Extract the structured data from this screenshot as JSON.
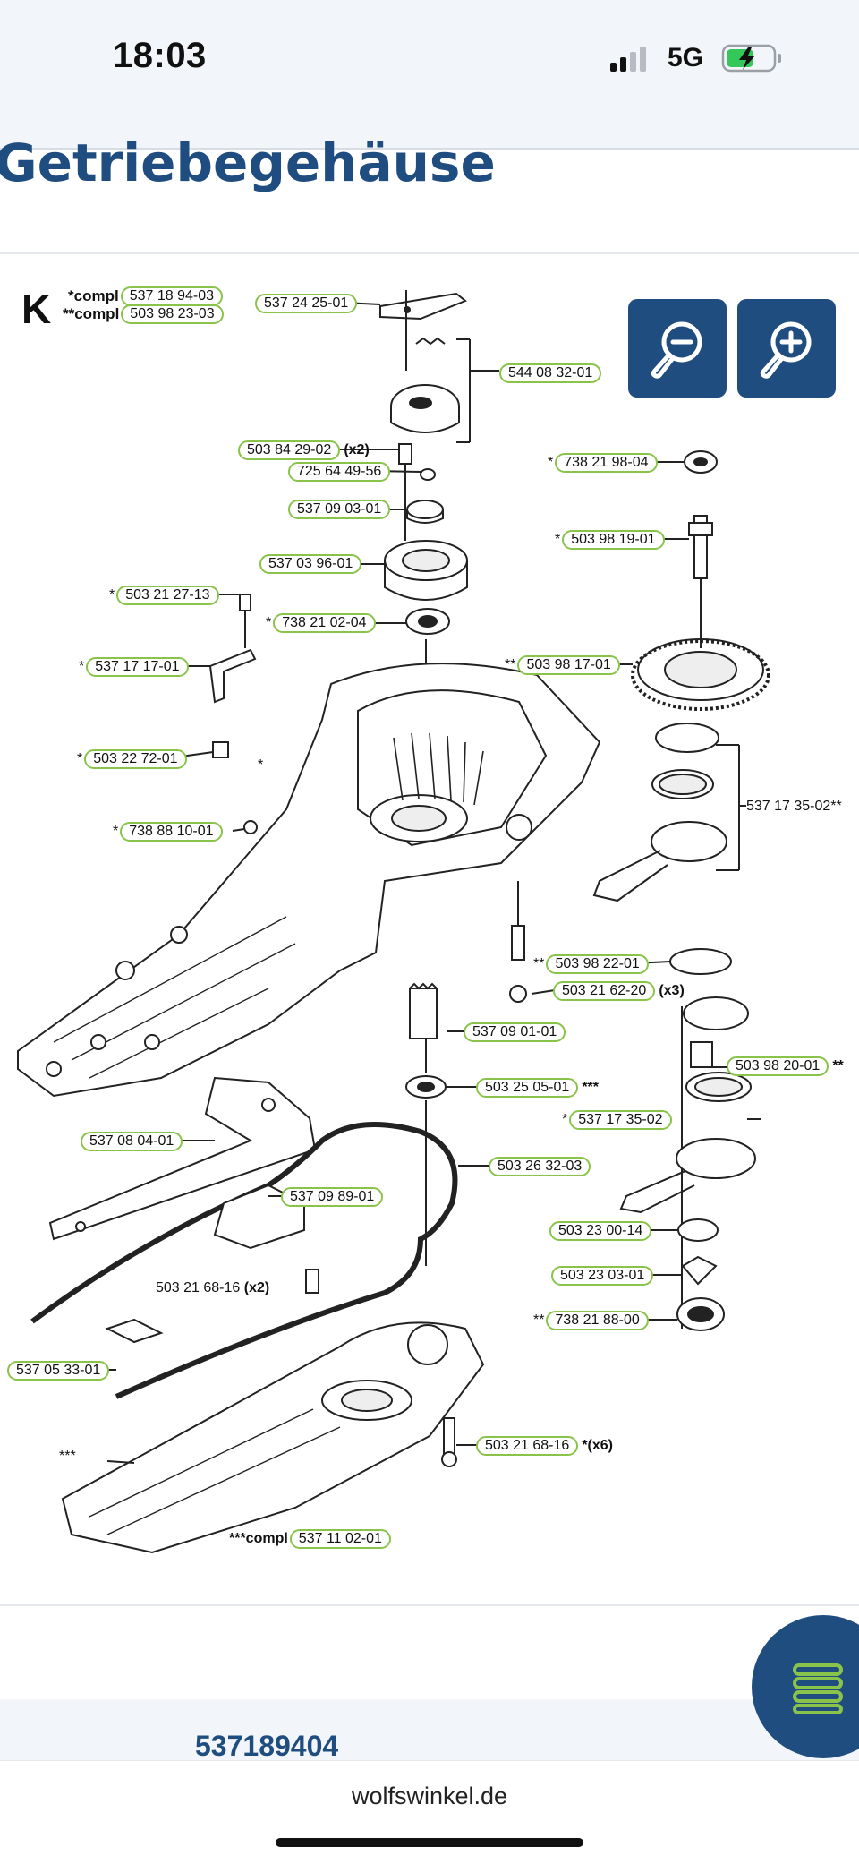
{
  "status_bar": {
    "time": "18:03",
    "network": "5G"
  },
  "page_title": "Getriebegehäuse",
  "diagram": {
    "section": "K",
    "comp_star": {
      "prefix": "*compl",
      "part": "537 18 94-03"
    },
    "comp_dstar": {
      "prefix": "**compl",
      "part": "503 98 23-03"
    },
    "labels": [
      {
        "pre": "",
        "part": "537 24 25-01",
        "post": ""
      },
      {
        "pre": "",
        "part": "544 08 32-01",
        "post": ""
      },
      {
        "pre": "",
        "part": "503 84 29-02",
        "post": "(x2)"
      },
      {
        "pre": "",
        "part": "725 64 49-56",
        "post": ""
      },
      {
        "pre": "",
        "part": "537 09 03-01",
        "post": ""
      },
      {
        "pre": "",
        "part": "537 03 96-01",
        "post": ""
      },
      {
        "pre": "*",
        "part": "503 21 27-13",
        "post": ""
      },
      {
        "pre": "*",
        "part": "738 21 02-04",
        "post": ""
      },
      {
        "pre": "*",
        "part": "537 17 17-01",
        "post": ""
      },
      {
        "pre": "*",
        "part": "503 22 72-01",
        "post": ""
      },
      {
        "pre": "*",
        "part": "738 88 10-01",
        "post": ""
      },
      {
        "pre": "*",
        "part": "738 21 98-04",
        "post": ""
      },
      {
        "pre": "*",
        "part": "503 98 19-01",
        "post": ""
      },
      {
        "pre": "**",
        "part": "503 98 17-01",
        "post": ""
      },
      {
        "pre": "**",
        "part": "503 98 22-01",
        "post": ""
      },
      {
        "pre": "",
        "part": "503 21 62-20",
        "post": "(x3)"
      },
      {
        "pre": "",
        "part": "537 09 01-01",
        "post": ""
      },
      {
        "pre": "",
        "part": "503 25 05-01",
        "post": "***"
      },
      {
        "pre": "",
        "part": "503 98 20-01",
        "post": "**"
      },
      {
        "pre": "*",
        "part": "537 17 35-02",
        "post": ""
      },
      {
        "pre": "",
        "part": "537 08 04-01",
        "post": ""
      },
      {
        "pre": "",
        "part": "503 26 32-03",
        "post": ""
      },
      {
        "pre": "",
        "part": "537 09 89-01",
        "post": ""
      },
      {
        "pre": "",
        "part": "503 23 00-14",
        "post": ""
      },
      {
        "pre": "",
        "part": "503 23 03-01",
        "post": ""
      },
      {
        "pre": "**",
        "part": "738 21 88-00",
        "post": ""
      },
      {
        "pre": "",
        "part": "537 05 33-01",
        "post": ""
      },
      {
        "pre": "",
        "part": "503 21 68-16",
        "post": "*(x6)"
      },
      {
        "pre": "***compl",
        "part": "537 11 02-01",
        "post": ""
      }
    ],
    "plain_labels": {
      "ring_group": "537 17 35-02**",
      "screw_x2": "503 21 68-16",
      "screw_x2_qty": "(x2)",
      "star": "*",
      "triple_star": "***"
    }
  },
  "part_number": "537189404",
  "url": "wolfswinkel.de",
  "colors": {
    "brand": "#1f4d80",
    "highlight": "#8ac34a"
  }
}
